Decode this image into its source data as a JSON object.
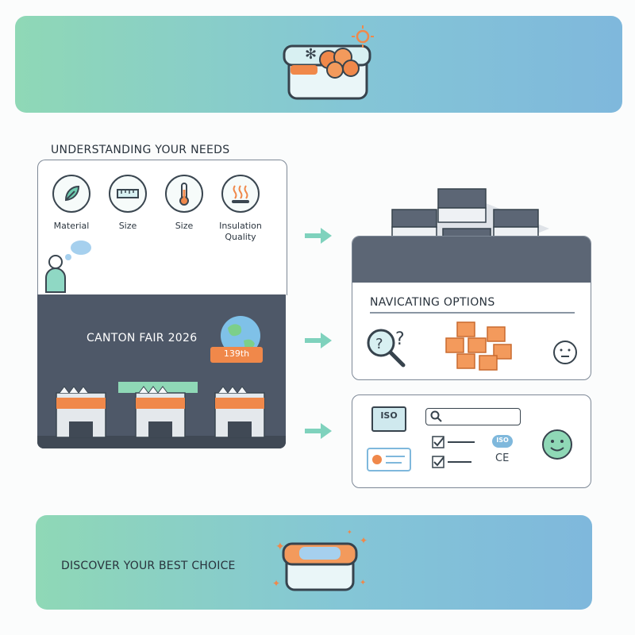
{
  "top_banner": {
    "icon": "insulated-lunchbox-icon",
    "accent_colors": [
      "#8fd8b6",
      "#7fb8dc"
    ]
  },
  "needs": {
    "heading": "UNDERSTANDING YOUR NEEDS",
    "items": [
      {
        "label": "Material",
        "icon": "leaf-icon"
      },
      {
        "label": "Size",
        "icon": "ruler-icon"
      },
      {
        "label": "Size",
        "icon": "thermometer-icon"
      },
      {
        "label": "Insulation Quality",
        "icon": "heat-waves-icon"
      }
    ]
  },
  "fair": {
    "title": "CANTON FAIR 2026",
    "ribbon": "139th",
    "icon": "globe-icon"
  },
  "options": {
    "heading": "NAVICATING OPTIONS"
  },
  "certification": {
    "iso_chip": "ISO",
    "iso_badge": "ISO",
    "ce_mark": "CE"
  },
  "bottom_banner": {
    "text": "DISCOVER YOUR BEST CHOICE"
  },
  "colors": {
    "orange": "#f0884a",
    "teal": "#6fcdb0",
    "dark_panel": "#4e5868"
  }
}
